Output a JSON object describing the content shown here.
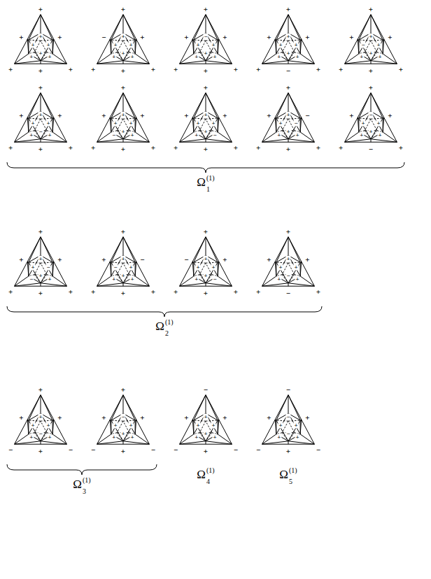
{
  "diagram": {
    "labels": [
      "+",
      "+",
      "+",
      "+",
      "+",
      "+",
      "+",
      "+",
      "+",
      "+",
      "+",
      "+",
      "+",
      "−",
      "+",
      "+",
      "+",
      "+",
      "+",
      "+",
      "+",
      "+",
      "+",
      "+",
      "+",
      "+",
      "+",
      "+",
      "+",
      "+",
      "−",
      "+",
      "+",
      "+",
      "+",
      "+",
      "+",
      "+",
      "+",
      "+",
      "−",
      "+",
      "+",
      "+",
      "+",
      "+",
      "+",
      "+",
      "+",
      "+",
      "+",
      "+",
      "+",
      "+",
      "+",
      "−",
      "+",
      "+",
      "+",
      "+",
      "+",
      "+",
      "+",
      "+",
      "+",
      "+",
      "+",
      "+",
      "+",
      "−",
      "+",
      "+",
      "+",
      "+",
      "+",
      "+",
      "+",
      "+",
      "+",
      "+",
      "+",
      "+",
      "−",
      "+",
      "+",
      "+",
      "+",
      "+",
      "+",
      "+",
      "+",
      "+",
      "+",
      "+",
      "+",
      "−",
      "+",
      "+",
      "−",
      "+",
      "+",
      "+",
      "+",
      "+",
      "−",
      "+",
      "+",
      "+",
      "+",
      "+",
      "+",
      "+",
      "−",
      "+",
      "−",
      "+",
      "+",
      "+",
      "+",
      "+",
      "+",
      "+",
      "+",
      "+",
      "+",
      "+",
      "+",
      "+",
      "−",
      "+",
      "−",
      "+",
      "+",
      "+",
      "−",
      "+",
      "+",
      "+",
      "+",
      "−",
      "+",
      "+",
      "+",
      "+",
      "+",
      "−",
      "+",
      "+",
      "+",
      "+",
      "+",
      "+",
      "+",
      "+",
      "+",
      "−",
      "+",
      "+",
      "+",
      "+",
      "−",
      "+",
      "+",
      "+",
      "+",
      "−",
      "+",
      "+",
      "+",
      "+",
      "+",
      "−",
      "+",
      "−",
      "+",
      "+",
      "+",
      "−",
      "+",
      "+",
      "+",
      "+",
      "+",
      "−",
      "+",
      "−",
      "−",
      "+",
      "+",
      "+",
      "+",
      "+",
      "−",
      "+",
      "+",
      "−",
      "+",
      "−",
      "+",
      "+",
      "+",
      "+",
      "+",
      "+",
      "−",
      "+",
      "+",
      "−",
      "+",
      "−",
      "−",
      "+",
      "+",
      "−",
      "+",
      "+",
      "Ω",
      "(1)",
      "1",
      "Ω",
      "(1)",
      "2",
      "Ω",
      "(1)",
      "3",
      "Ω",
      "(1)",
      "4",
      "Ω",
      "(1)",
      "5"
    ]
  }
}
